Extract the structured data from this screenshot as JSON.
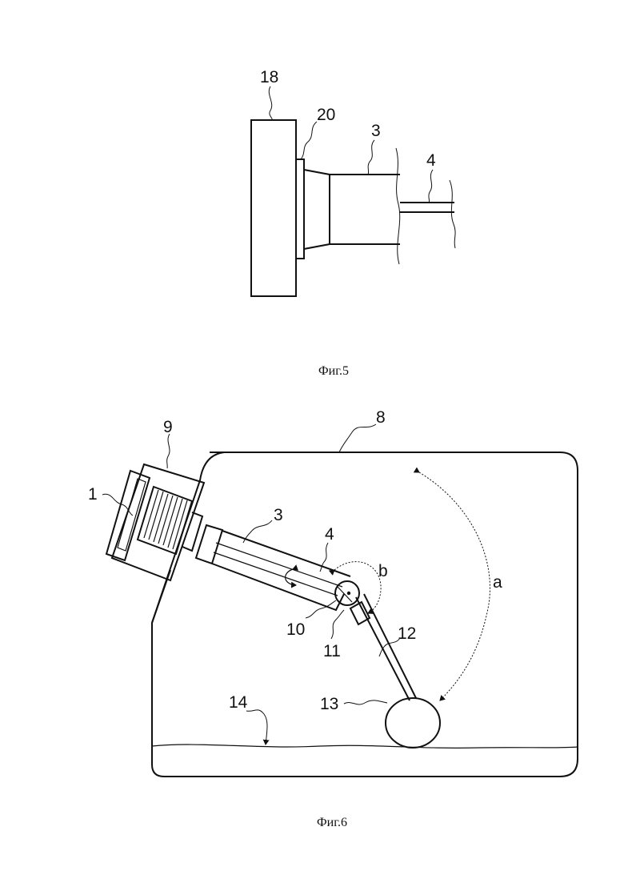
{
  "figures": {
    "fig5": {
      "caption": "Фиг.5",
      "labels": {
        "l18": "18",
        "l20": "20",
        "l3": "3",
        "l4": "4"
      }
    },
    "fig6": {
      "caption": "Фиг.6",
      "labels": {
        "l1": "1",
        "l9": "9",
        "l8": "8",
        "l3": "3",
        "l4": "4",
        "lb": "b",
        "la": "a",
        "l10": "10",
        "l11": "11",
        "l12": "12",
        "l13": "13",
        "l14": "14"
      }
    }
  }
}
